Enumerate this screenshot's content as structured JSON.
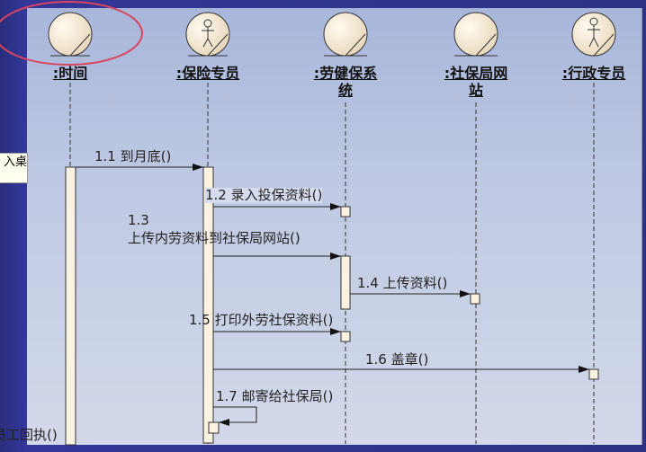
{
  "lifelines": [
    {
      "name": ":时间",
      "type": "control"
    },
    {
      "name": ":保险专员",
      "type": "actor"
    },
    {
      "name_line1": ":劳健保系",
      "name_line2": "统",
      "type": "control"
    },
    {
      "name_line1": ":社保局网",
      "name_line2": "站",
      "type": "control"
    },
    {
      "name": ":行政专员",
      "type": "actor"
    }
  ],
  "messages": {
    "m1_1": "1.1 到月底()",
    "m1_2": "1.2 录入投保资料()",
    "m1_3_num": "1.3",
    "m1_3_text": "上传内劳资料到社保局网站()",
    "m1_4": "1.4 上传资料()",
    "m1_5": "1.5 打印外劳社保资料()",
    "m1_6": "1.6 盖章()",
    "m1_7": "1.7 邮寄给社保局()",
    "m_bottom": "员工回执()"
  },
  "tooltip": "入桌",
  "colors": {
    "highlight": "#d9455f",
    "object_fill": "#f6ecd8"
  }
}
